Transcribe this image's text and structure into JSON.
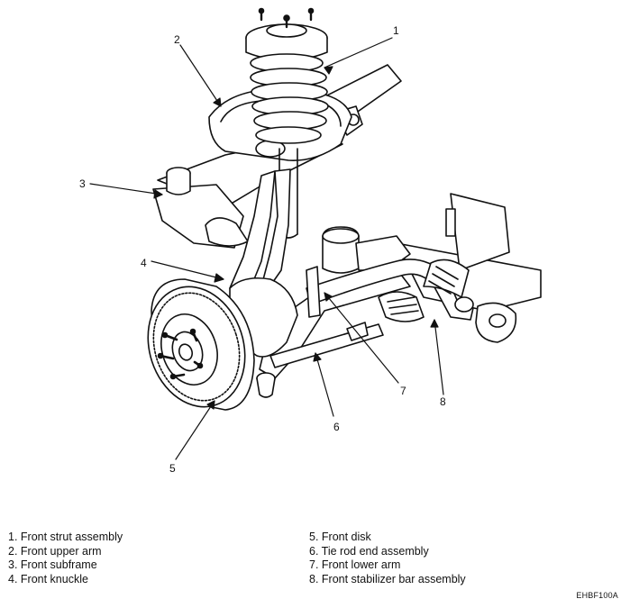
{
  "callouts": [
    {
      "number": "1"
    },
    {
      "number": "2"
    },
    {
      "number": "3"
    },
    {
      "number": "4"
    },
    {
      "number": "5"
    },
    {
      "number": "6"
    },
    {
      "number": "7"
    },
    {
      "number": "8"
    }
  ],
  "legend": {
    "left": [
      "1. Front strut assembly",
      "2. Front upper arm",
      "3. Front subframe",
      "4. Front knuckle"
    ],
    "right": [
      "5. Front disk",
      "6. Tie rod end assembly",
      "7. Front lower arm",
      "8. Front stabilizer bar assembly"
    ]
  },
  "figure_code": "EHBF100A"
}
